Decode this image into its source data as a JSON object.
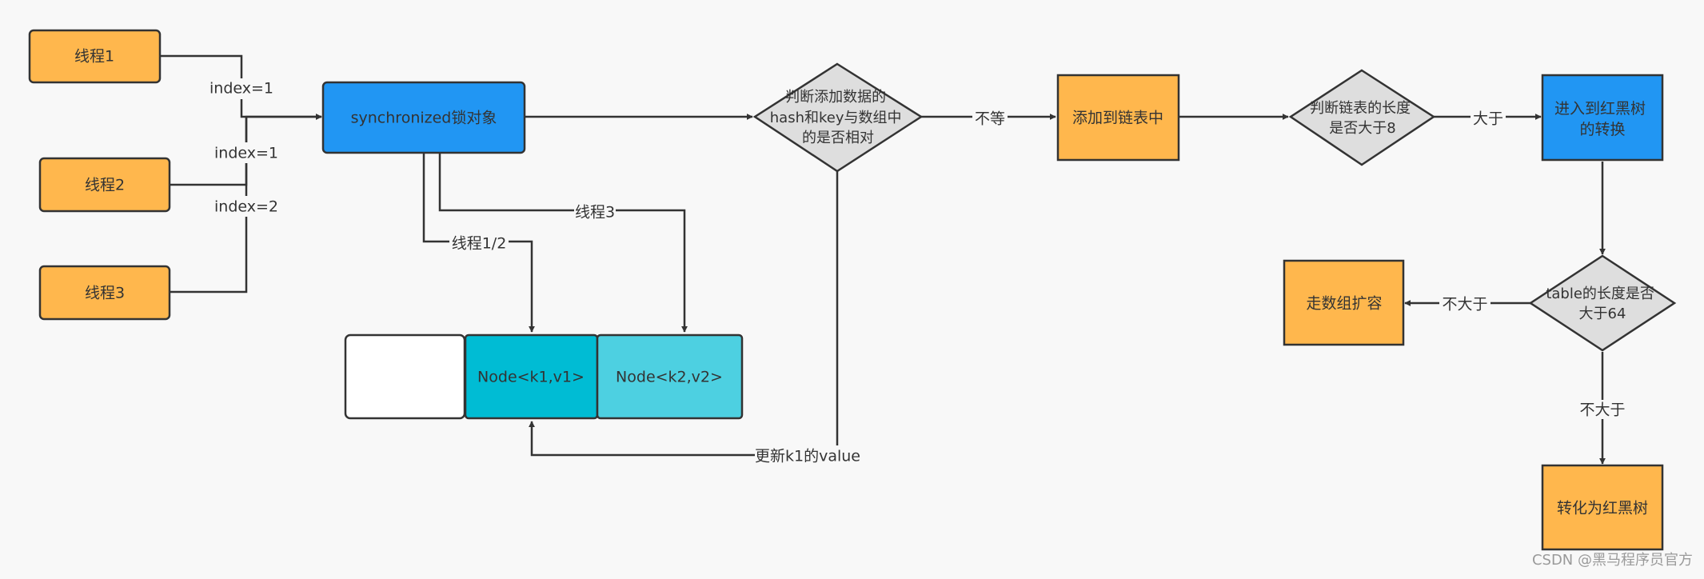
{
  "nodes": {
    "thread1": "线程1",
    "thread2": "线程2",
    "thread3": "线程3",
    "sync": "synchronized锁对象",
    "decision_hash": [
      "判断添加数据的",
      "hash和key与数组中",
      "的是否相对"
    ],
    "add_list": "添加到链表中",
    "decision_len8": [
      "判断链表的长度",
      "是否大于8"
    ],
    "enter_rbtree": [
      "进入到红黑树",
      "的转换"
    ],
    "decision_64": [
      "table的长度是否",
      "大于64"
    ],
    "resize": "走数组扩容",
    "to_rbtree": "转化为红黑树",
    "node1": "Node<k1,v1>",
    "node2": "Node<k2,v2>"
  },
  "edge_labels": {
    "index1_a": "index=1",
    "index1_b": "index=1",
    "index2": "index=2",
    "thread12": "线程1/2",
    "thread3": "线程3",
    "not_equal": "不等",
    "greater": "大于",
    "not_greater_left": "不大于",
    "not_greater_down": "不大于",
    "update_value": "更新k1的value"
  },
  "watermark": "CSDN @黑马程序员官方",
  "colors": {
    "orange": "#ffb74d",
    "blue": "#2196f3",
    "diamond": "#dedede",
    "cyan_dark": "#00bcd4",
    "cyan_light": "#4dd0e1",
    "line": "#333333"
  }
}
